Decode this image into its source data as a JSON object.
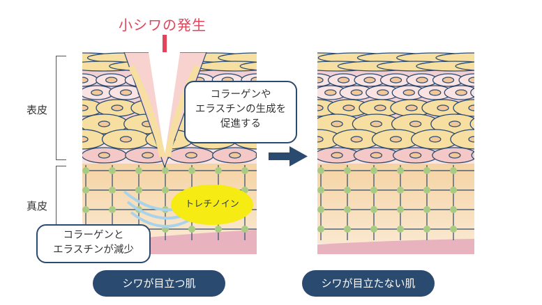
{
  "title": "小シワの発生",
  "layer_labels": {
    "epidermis": "表皮",
    "dermis": "真皮"
  },
  "bubbles": {
    "promote": [
      "コラーゲンや",
      "エラスチンの生成を",
      "促進する"
    ],
    "decrease": [
      "コラーゲンと",
      "エラスチンが減少"
    ]
  },
  "tretinoin_label": "トレチノイン",
  "captions": {
    "left": "シワが目立つ肌",
    "right": "シワが目立たない肌"
  },
  "colors": {
    "accent_red": "#e0455a",
    "navy": "#2b4a6f",
    "highlight_yellow": "#f6ec14",
    "cell_yellow": "#f6dfa0",
    "epidermis_pink": "#f2cfd2",
    "dermis_peach": "#f7dcb4",
    "collagen_blue": "#a9d3ea",
    "node_green": "#a9cb84",
    "subcutis_pink": "#e8b2bf"
  },
  "icons": {
    "down_arrow": "arrow-down-icon",
    "right_arrow": "arrow-right-icon"
  }
}
